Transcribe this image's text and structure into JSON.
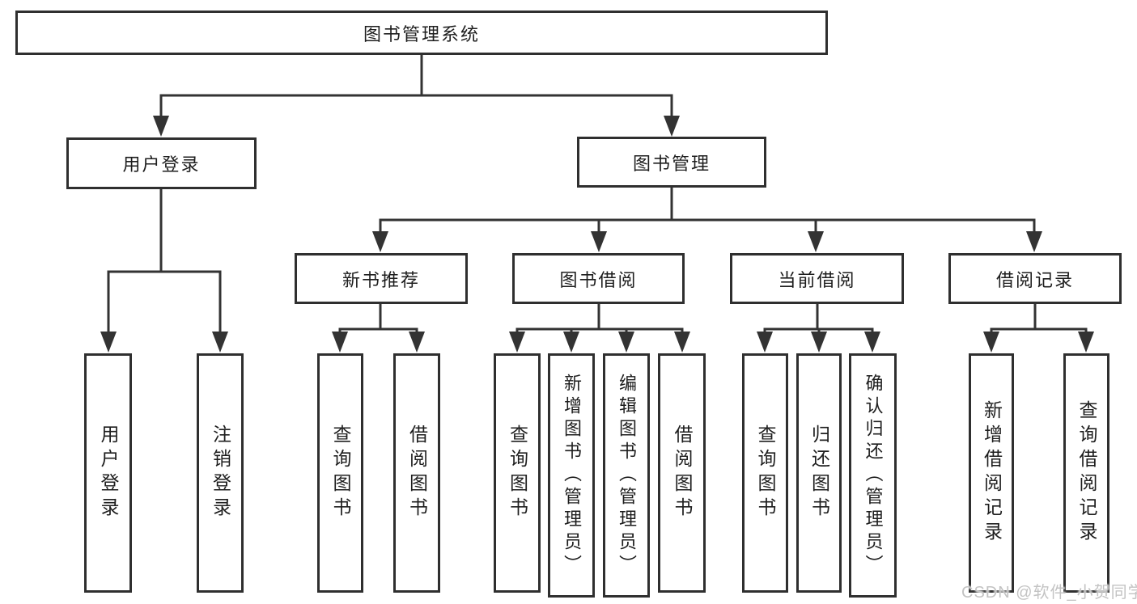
{
  "diagram": {
    "root": "图书管理系统",
    "children": [
      {
        "label": "用户登录",
        "children": [
          "用户登录",
          "注销登录"
        ]
      },
      {
        "label": "图书管理",
        "children": [
          {
            "label": "新书推荐",
            "children": [
              "查询图书",
              "借阅图书"
            ]
          },
          {
            "label": "图书借阅",
            "children": [
              "查询图书",
              "新增图书（管理员）",
              "编辑图书（管理员）",
              "借阅图书"
            ]
          },
          {
            "label": "当前借阅",
            "children": [
              "查询图书",
              "归还图书",
              "确认归还（管理员）"
            ]
          },
          {
            "label": "借阅记录",
            "children": [
              "新增借阅记录",
              "查询借阅记录"
            ]
          }
        ]
      }
    ]
  },
  "watermark": {
    "text": "CSDN @软件_小贺同学",
    "color": "#c3c3c3"
  },
  "colors": {
    "line": "#333333",
    "box_border": "#2f2f2f",
    "text": "#1e1e1e",
    "background": "#ffffff"
  }
}
